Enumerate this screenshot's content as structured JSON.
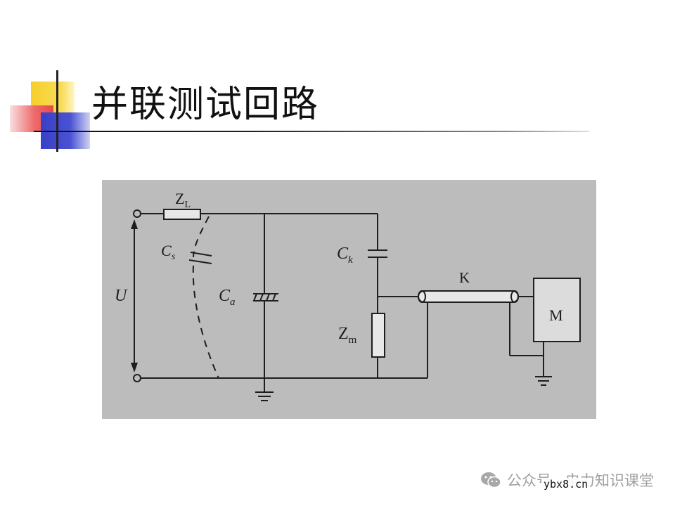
{
  "slide": {
    "title": "并联测试回路"
  },
  "diagram": {
    "labels": {
      "zl": "Z",
      "zl_sub": "L",
      "cs": "C",
      "cs_sub": "s",
      "ca": "C",
      "ca_sub": "a",
      "ck": "C",
      "ck_sub": "k",
      "zm": "Z",
      "zm_sub": "m",
      "u": "U",
      "k": "K",
      "m": "M"
    }
  },
  "footer": {
    "account": "公众号 · 电力知识课堂",
    "icon": "wechat-icon",
    "watermark": "ybx8.cn"
  },
  "colors": {
    "figure_bg": "#bcbcbc",
    "line": "#1e1e1e"
  }
}
